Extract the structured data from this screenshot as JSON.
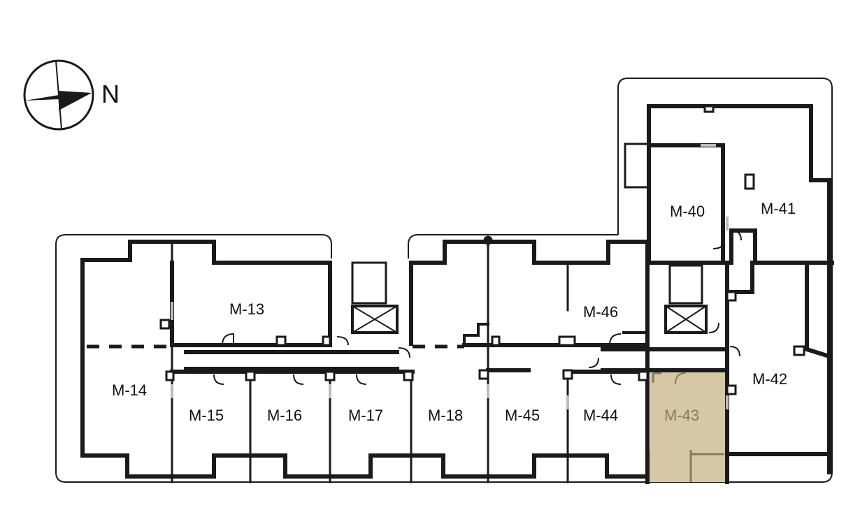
{
  "compass": {
    "label": "N"
  },
  "units": [
    {
      "id": "M-13"
    },
    {
      "id": "M-14"
    },
    {
      "id": "M-15"
    },
    {
      "id": "M-16"
    },
    {
      "id": "M-17"
    },
    {
      "id": "M-18"
    },
    {
      "id": "M-40"
    },
    {
      "id": "M-41"
    },
    {
      "id": "M-42"
    },
    {
      "id": "M-43",
      "selected": true
    },
    {
      "id": "M-44"
    },
    {
      "id": "M-45"
    },
    {
      "id": "M-46"
    }
  ],
  "colors": {
    "selected_fill": "#d6c7a6",
    "wall": "#1a1a1a"
  }
}
